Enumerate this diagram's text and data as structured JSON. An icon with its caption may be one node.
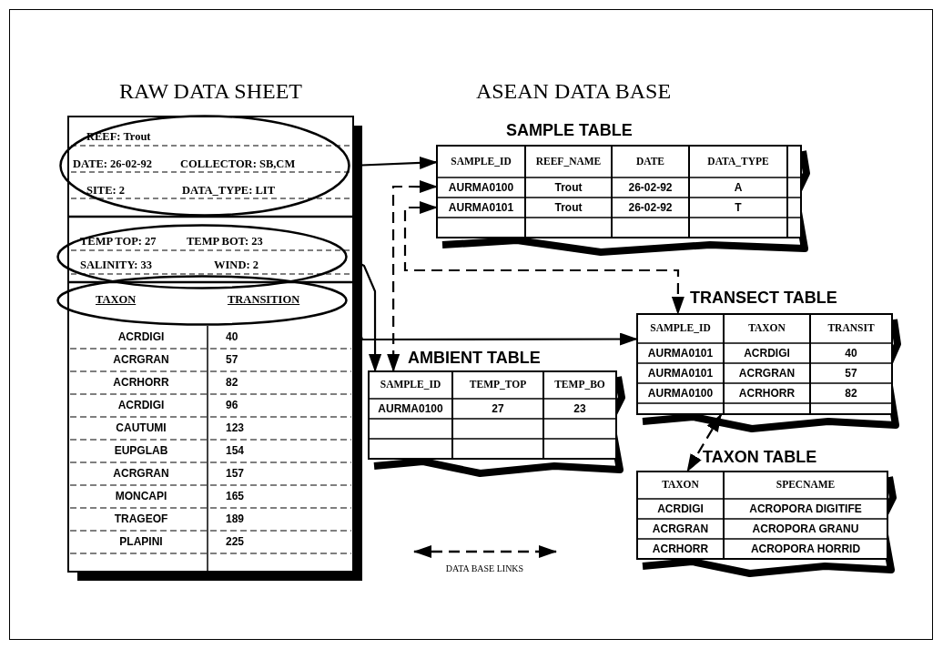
{
  "diagram": {
    "nodes": [
      {
        "text": [
          "RAW DATA SHEET",
          "ACRDIGI",
          "40",
          "ACRGRAN",
          "57",
          "ACRHORR",
          "82",
          "ACRDIGI",
          "96",
          "CAUTUMI",
          "123",
          "EUPGLAB",
          "154",
          "ACRGRAN",
          "157",
          "MONCAPI",
          "165",
          "TRAGEOF",
          "189",
          "PLAPINI",
          "225"
        ]
      },
      {
        "text": [
          "REEF: Trout",
          "DATE: 26-02-92",
          "COLLECTOR: SB,CM",
          "SITE: 2",
          "DATA_TYPE: LIT"
        ],
        "in": 0
      },
      {
        "text": [
          "TEMP TOP: 27",
          "TEMP BOT: 23",
          "SALINITY: 33",
          "WIND: 2"
        ],
        "in": 0
      },
      {
        "text": [
          "TAXON",
          "TRANSITION"
        ],
        "in": 0
      },
      {
        "text": [
          "SAMPLE TABLE",
          "SAMPLE_ID",
          "REEF_NAME",
          "DATE",
          "DATA_TYPE",
          "AURMA0100",
          "Trout",
          "26-02-92",
          "A",
          "AURMA0101",
          "Trout",
          "26-02-92",
          "T"
        ]
      },
      {
        "text": [
          "AMBIENT TABLE",
          "SAMPLE_ID",
          "TEMP_TOP",
          "TEMP_BO",
          "AURMA0100",
          "27",
          "23"
        ]
      },
      {
        "text": [
          "TRANSECT TABLE",
          "SAMPLE_ID",
          "TAXON",
          "TRANSIT",
          "AURMA0101",
          "ACRDIGI",
          "40",
          "AURMA0101",
          "ACRGRAN",
          "57",
          "AURMA0100",
          "ACRHORR",
          "82"
        ]
      },
      {
        "text": [
          "TAXON TABLE",
          "TAXON",
          "SPECNAME",
          "ACRDIGI",
          "ACROPORA DIGITIFE",
          "ACRGRAN",
          "ACROPORA GRANU",
          "ACRHORR",
          "ACROPORA HORRID"
        ]
      }
    ],
    "edges": [
      {
        "from": 1,
        "to": 4,
        "arrow": "to"
      },
      {
        "from": 2,
        "to": 5,
        "arrow": "to"
      },
      {
        "from": 3,
        "to": 6,
        "arrow": "to"
      },
      {
        "from": 4,
        "to": 5,
        "arrow": "both",
        "style": "dashed"
      },
      {
        "from": 4,
        "to": 6,
        "arrow": "both",
        "style": "dashed"
      },
      {
        "from": 6,
        "to": 7,
        "arrow": "both",
        "style": "dashed"
      }
    ],
    "labels": [
      "ASEAN DATA BASE"
    ],
    "legend": [
      {
        "text": "DATA BASE LINKS"
      }
    ]
  }
}
